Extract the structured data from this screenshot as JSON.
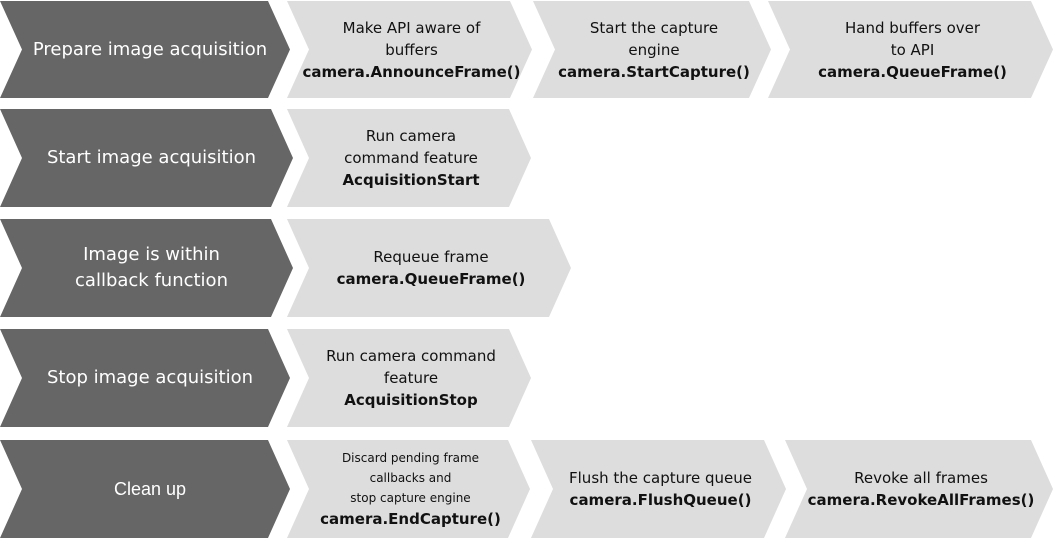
{
  "colors": {
    "stage_fill": "#666666",
    "stage_text": "#ffffff",
    "step_fill": "#dddddd",
    "step_text": "#111111"
  },
  "rows": [
    {
      "stage": "Prepare image acquisition",
      "steps": [
        {
          "description": "Make API aware of\nbuffers",
          "code": "camera.AnnounceFrame()"
        },
        {
          "description": "Start the capture\nengine",
          "code": "camera.StartCapture()"
        },
        {
          "description": "Hand buffers over\nto API",
          "code": "camera.QueueFrame()"
        }
      ]
    },
    {
      "stage": "Start image acquisition",
      "steps": [
        {
          "description": "Run camera\ncommand feature",
          "code": "AcquisitionStart"
        }
      ]
    },
    {
      "stage": "Image is within\ncallback function",
      "steps": [
        {
          "description": "Requeue frame",
          "code": "camera.QueueFrame()"
        }
      ]
    },
    {
      "stage": "Stop image acquisition",
      "steps": [
        {
          "description": "Run camera command\nfeature",
          "code": "AcquisitionStop"
        }
      ]
    },
    {
      "stage": "Clean up",
      "steps": [
        {
          "description": "Discard pending frame\ncallbacks and\nstop capture engine",
          "code": "camera.EndCapture()"
        },
        {
          "description": "Flush the capture queue",
          "code": "camera.FlushQueue()"
        },
        {
          "description": "Revoke all frames",
          "code": "camera.RevokeAllFrames()"
        }
      ]
    }
  ]
}
